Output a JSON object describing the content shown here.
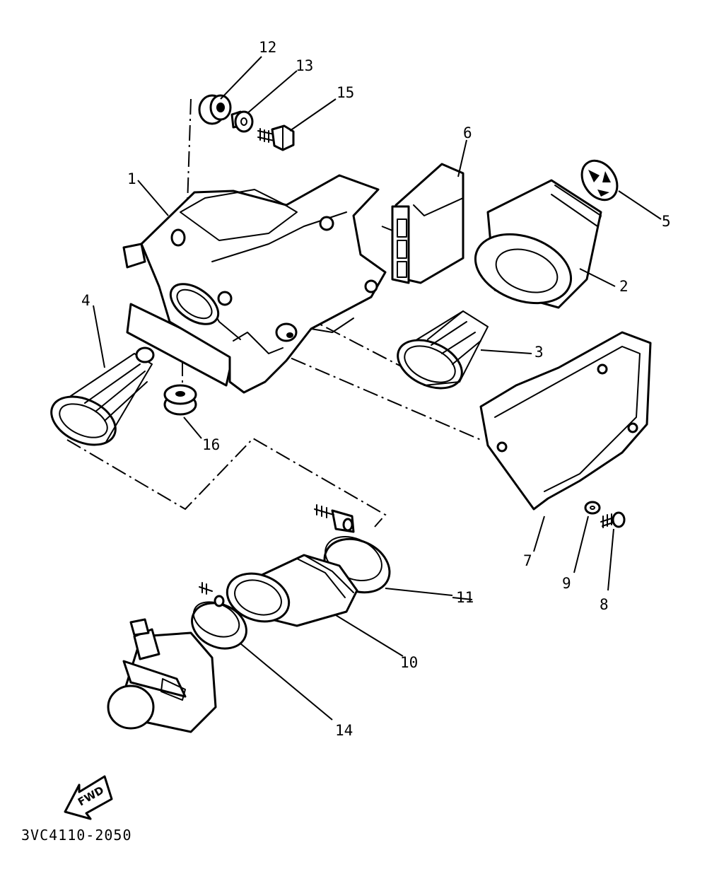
{
  "diagram": {
    "drawing_code": "3VC4110-2050",
    "fwd_label": "FWD",
    "callouts": {
      "c1": "1",
      "c2": "2",
      "c3": "3",
      "c4": "4",
      "c5": "5",
      "c6": "6",
      "c7": "7",
      "c8": "8",
      "c9": "9",
      "c10": "10",
      "c11": "11",
      "c12": "12",
      "c13": "13",
      "c14": "14",
      "c15": "15",
      "c16": "16"
    }
  }
}
